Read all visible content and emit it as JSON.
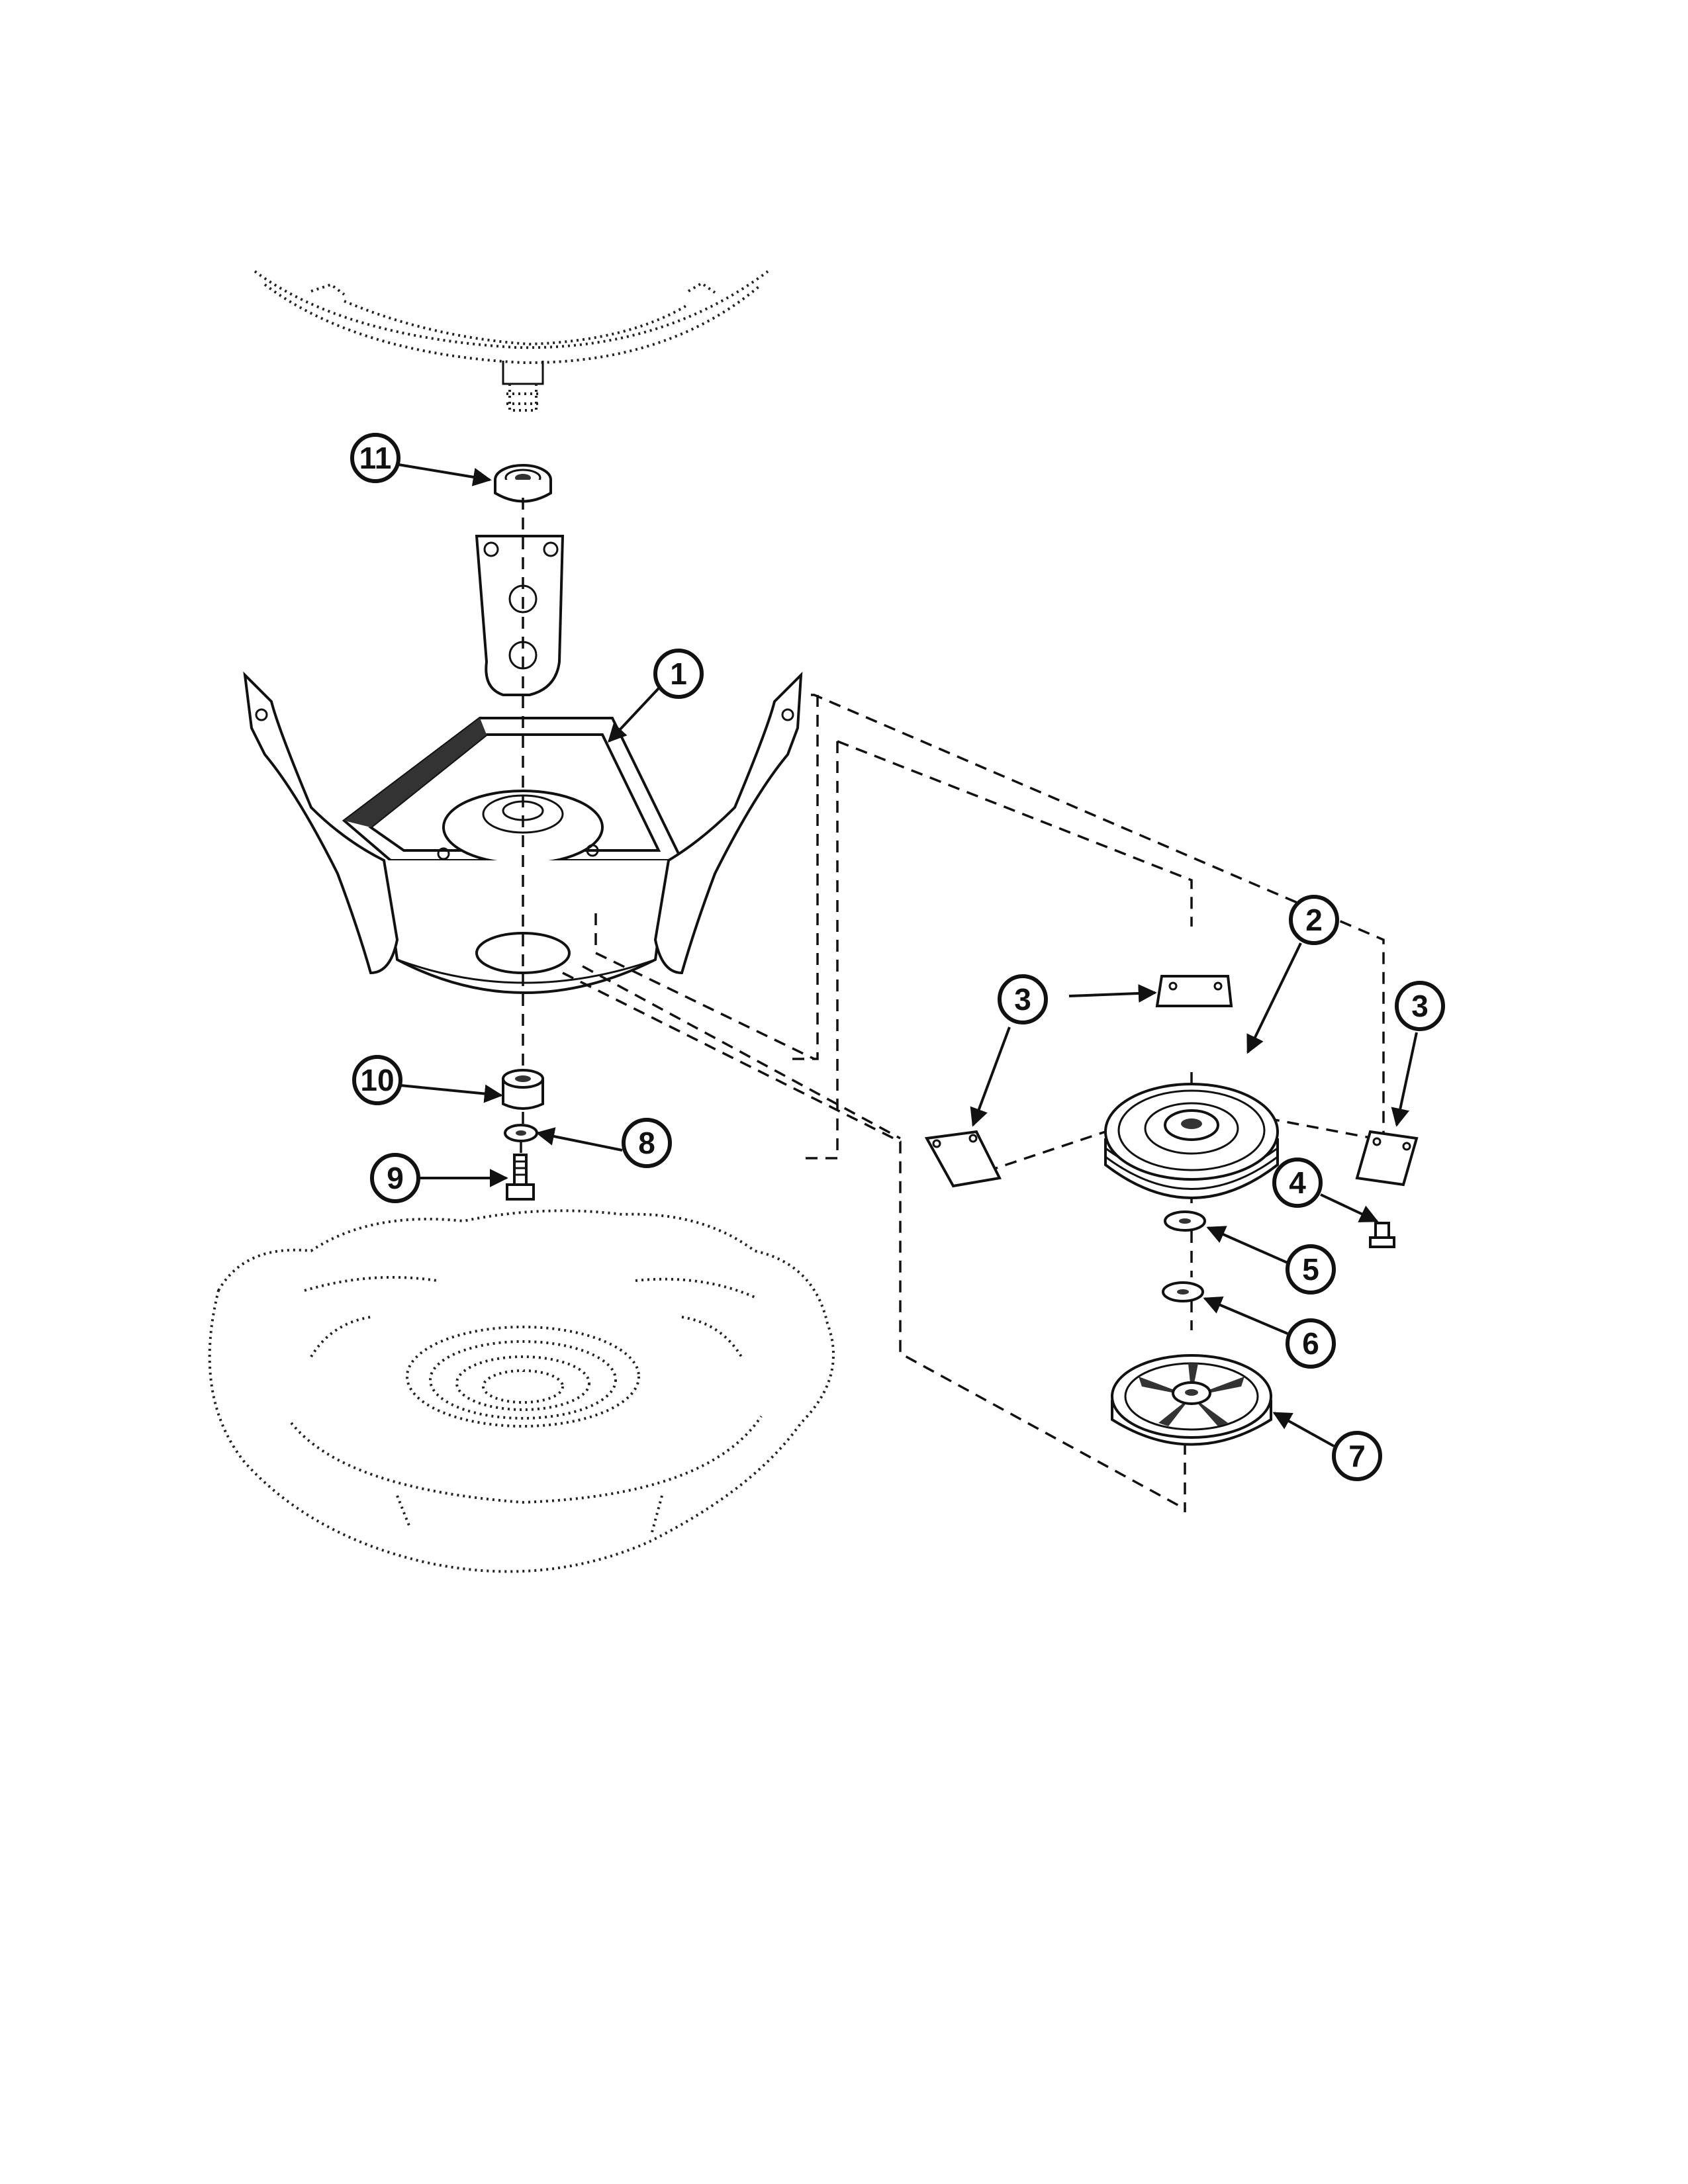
{
  "diagram": {
    "callouts": [
      {
        "id": "1",
        "label": "1"
      },
      {
        "id": "2",
        "label": "2"
      },
      {
        "id": "3a",
        "label": "3"
      },
      {
        "id": "3b",
        "label": "3"
      },
      {
        "id": "4",
        "label": "4"
      },
      {
        "id": "5",
        "label": "5"
      },
      {
        "id": "6",
        "label": "6"
      },
      {
        "id": "7",
        "label": "7"
      },
      {
        "id": "8",
        "label": "8"
      },
      {
        "id": "9",
        "label": "9"
      },
      {
        "id": "10",
        "label": "10"
      },
      {
        "id": "11",
        "label": "11"
      }
    ]
  }
}
